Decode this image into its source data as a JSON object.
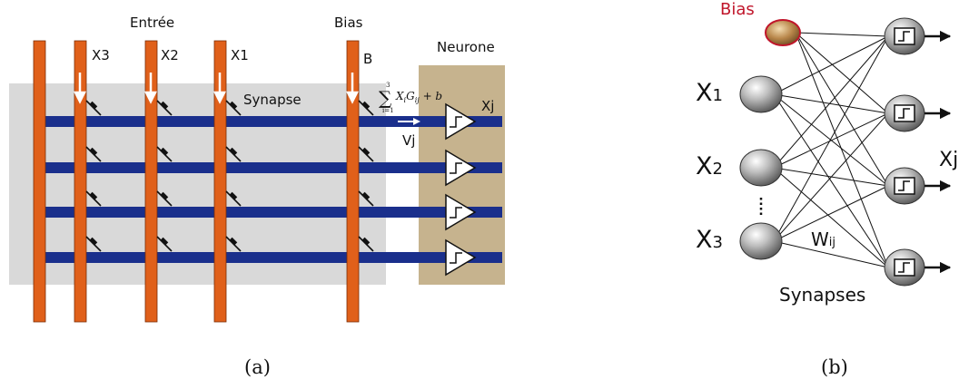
{
  "panel_a": {
    "caption": "(a)",
    "label_entree": "Entrée",
    "label_bias": "Bias",
    "label_neurone": "Neurone",
    "inputs": [
      "X3",
      "X2",
      "X1",
      "B"
    ],
    "label_synapse": "Synapse",
    "formula": {
      "sum_sign": "∑",
      "upper": "3",
      "lower": "i=1",
      "body": "X",
      "sub_i": "i",
      "g": "G",
      "sub_ij": "ij",
      "tail": " + b"
    },
    "label_vj": "Vj",
    "label_xj": "Xj",
    "colors": {
      "column": "#E0601A",
      "row": "#1A2F8C",
      "synapse_area": "#D9D9D9",
      "neuron_area": "#C6B38E"
    }
  },
  "panel_b": {
    "caption": "(b)",
    "label_bias": "Bias",
    "inputs": [
      {
        "main": "X",
        "sub": "1"
      },
      {
        "main": "X",
        "sub": "2"
      },
      {
        "main": "X",
        "sub": "3"
      }
    ],
    "label_weight": {
      "main": "W",
      "sub": "ij"
    },
    "label_xj": "Xj",
    "label_synapses": "Synapses",
    "colors": {
      "bias_node": "#B8864A",
      "bias_text": "#C0152A"
    }
  }
}
